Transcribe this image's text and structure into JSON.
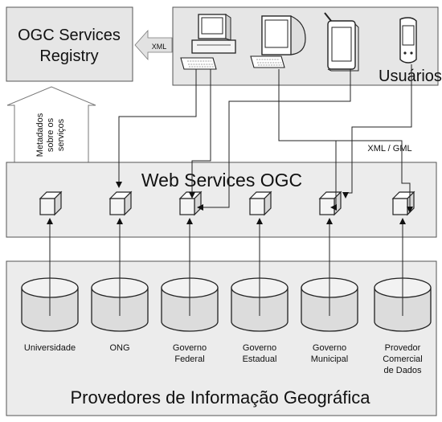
{
  "registry": {
    "line1": "OGC Services",
    "line2": "Registry"
  },
  "xml_label": "XML",
  "metadata_label": [
    "Metadados",
    "sobre os",
    "serviços"
  ],
  "users_label": "Usuários",
  "xml_gml_label": "XML / GML",
  "services_title": "Web Services OGC",
  "providers_title": "Provedores de Informação Geográfica",
  "icons": {
    "devices": [
      "desktop-computer-icon",
      "crt-computer-icon",
      "tablet-icon",
      "pda-icon"
    ],
    "service": "service-cube-icon",
    "database": "database-cylinder-icon"
  },
  "providers": [
    {
      "label": [
        "Universidade"
      ]
    },
    {
      "label": [
        "ONG"
      ]
    },
    {
      "label": [
        "Governo",
        "Federal"
      ]
    },
    {
      "label": [
        "Governo",
        "Estadual"
      ]
    },
    {
      "label": [
        "Governo",
        "Municipal"
      ]
    },
    {
      "label": [
        "Provedor",
        "Comercial",
        "de Dados"
      ]
    }
  ],
  "colors": {
    "panel": "#ececec",
    "box": "#e6e6e6",
    "stroke": "#222222"
  }
}
